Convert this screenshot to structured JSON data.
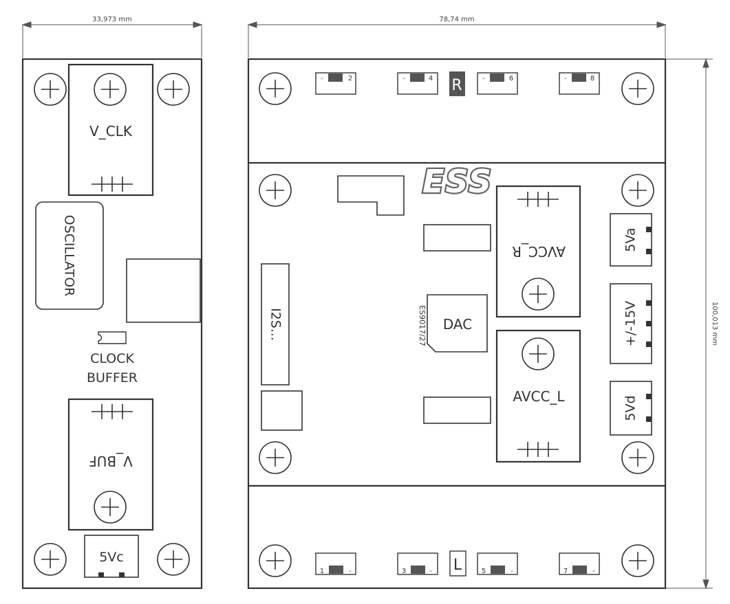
{
  "dimensions": {
    "left_width": "33,973  mm",
    "right_width": "78,74  mm",
    "height": "100,013  mm"
  },
  "left_board": {
    "v_clk": "V_CLK",
    "oscillator": "OSCILLATOR",
    "clock_buffer_line1": "CLOCK",
    "clock_buffer_line2": "BUFFER",
    "v_buf": "V_BUF",
    "connector_5vc": "5Vc"
  },
  "right_board": {
    "channel_r": "R",
    "channel_l": "L",
    "logo": "ESS",
    "avcc_r": "AVCC_R",
    "avcc_l": "AVCC_L",
    "dac": "DAC",
    "chip_part": "ES9017/27",
    "i2s": "I2S...",
    "conn_5va": "5Va",
    "conn_15v": "+/-15V",
    "conn_5vd": "5Vd",
    "top_outputs": [
      {
        "minus": "-",
        "num": "2"
      },
      {
        "minus": "-",
        "num": "4"
      },
      {
        "minus": "-",
        "num": "6"
      },
      {
        "minus": "-",
        "num": "8"
      }
    ],
    "bottom_outputs": [
      {
        "minus": "-",
        "num": "1"
      },
      {
        "minus": "-",
        "num": "3"
      },
      {
        "minus": "-",
        "num": "5"
      },
      {
        "minus": "-",
        "num": "7"
      }
    ]
  },
  "colors": {
    "outline": "#333333",
    "fill_dark": "#555555",
    "logo": "#666666"
  }
}
